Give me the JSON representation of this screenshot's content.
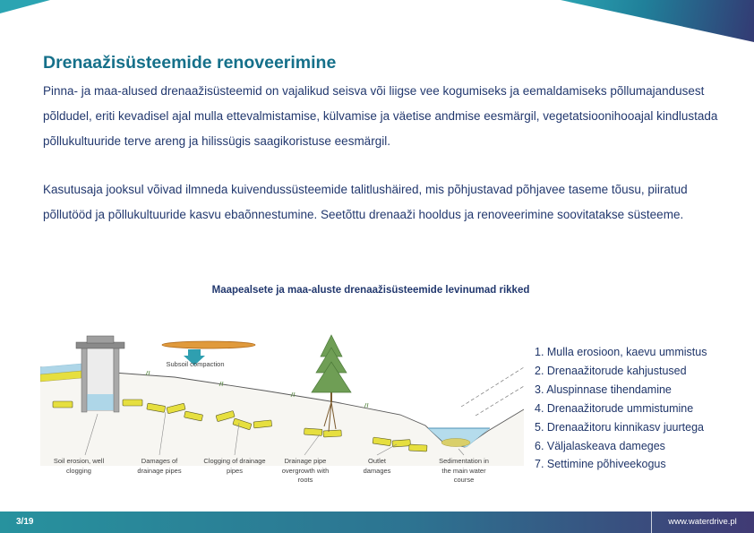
{
  "slide": {
    "title": "Drenaažisüsteemide renoveerimine",
    "paragraphs": [
      "Pinna- ja maa-alused drenaažisüsteemid on vajalikud seisva või liigse vee kogumiseks ja eemaldamiseks põllumajandusest põldudel, eriti kevadisel ajal mulla ettevalmistamise, külvamise ja väetise andmise eesmärgil, vegetatsioonihooajal kindlustada põllukultuuride terve areng ja hilissügis saagikoristuse eesmärgil.",
      "Kasutusaja jooksul võivad ilmneda kuivendussüsteemide talitlushäired, mis põhjustavad põhjavee taseme tõusu, piiratud põllutööd ja põllukultuuride kasvu ebaõnnestumine. Seetõttu drenaaži hooldus ja renoveerimine soovitatakse süsteeme."
    ],
    "caption": "Maapealsete ja maa-aluste drenaažisüsteemide levinumad rikked"
  },
  "diagram": {
    "subsoil_label": "Subsoil compaction",
    "labels": [
      "Soil erosion, well clogging",
      "Damages of drainage pipes",
      "Clogging of drainage pipes",
      "Drainage pipe overgrowth with roots",
      "Outlet damages",
      "Sedimentation in the main water course"
    ]
  },
  "failure_list": {
    "items": [
      "1. Mulla erosioon, kaevu ummistus",
      "2. Drenaažitorude kahjustused",
      "3. Aluspinnase tihendamine",
      "4. Drenaažitorude ummistumine",
      "5. Drenaažitoru kinnikasv juurtega",
      "6. Väljalaskeava dameges",
      "7. Settimine põhiveekogus"
    ]
  },
  "footer": {
    "page_number": "3/19",
    "website": "www.waterdrive.pl"
  },
  "colors": {
    "title": "#15708a",
    "body_text": "#22386e",
    "accent_teal": "#2ba4b2",
    "accent_navy": "#333a73",
    "pipe_yellow": "#e6df3f",
    "water_blue": "#b5dcec",
    "compaction_orange": "#e09a3c"
  }
}
